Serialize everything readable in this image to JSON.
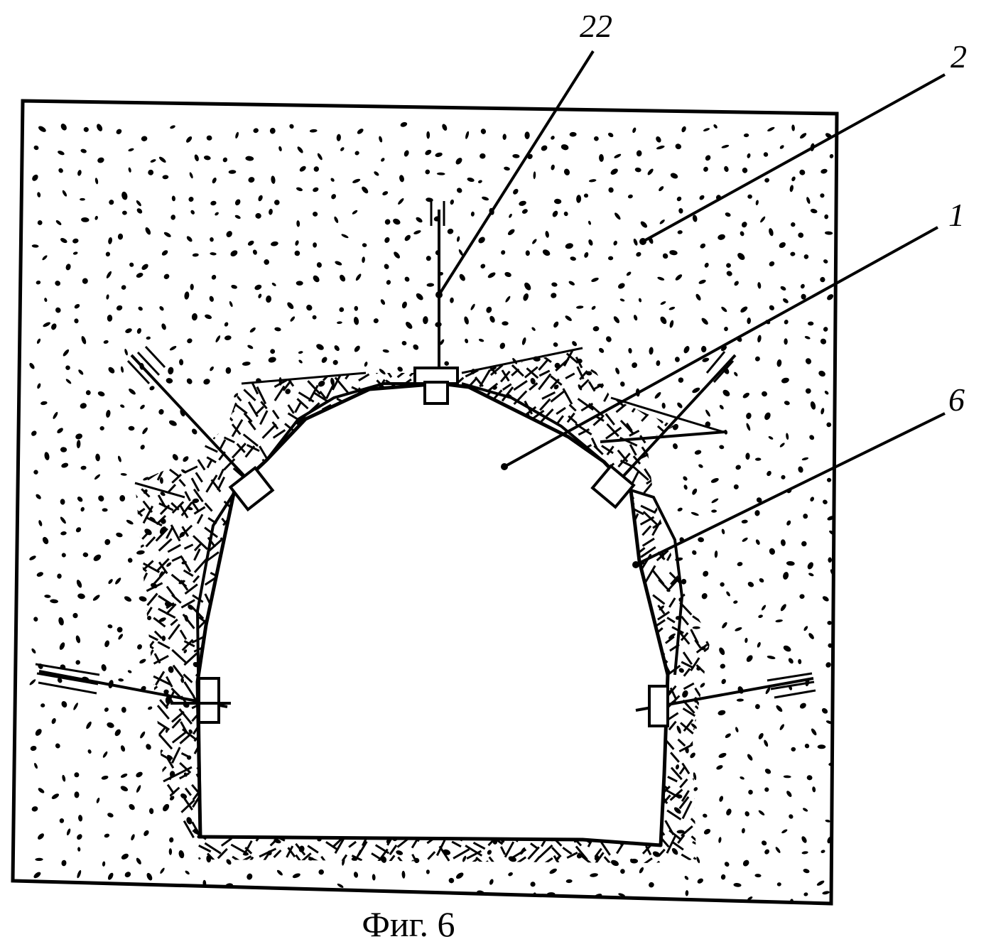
{
  "figure": {
    "caption": "Фиг. 6",
    "labels": [
      {
        "id": "22",
        "text": "22"
      },
      {
        "id": "2",
        "text": "2"
      },
      {
        "id": "1",
        "text": "1"
      },
      {
        "id": "6",
        "text": "6"
      }
    ]
  }
}
